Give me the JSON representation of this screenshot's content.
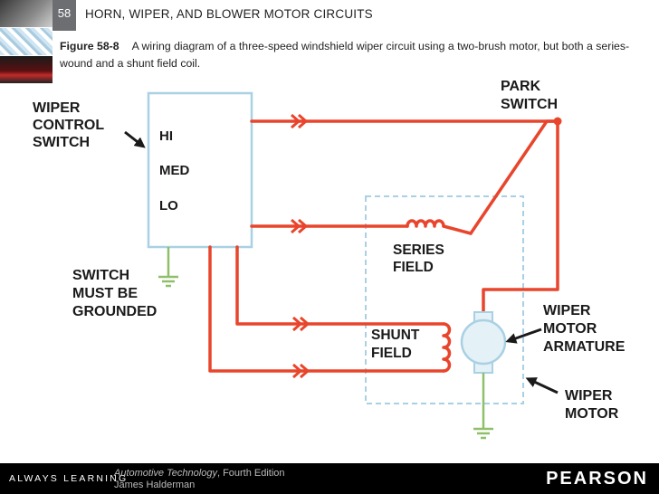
{
  "header": {
    "chapter_number": "58",
    "chapter_title": "HORN, WIPER, AND BLOWER MOTOR CIRCUITS"
  },
  "caption": {
    "figure_label": "Figure 58-8",
    "text": "A wiring diagram of a three-speed windshield wiper circuit using a two-brush motor, but both a series-wound and a shunt field coil."
  },
  "diagram": {
    "labels": {
      "wiper_control_switch": [
        "WIPER",
        "CONTROL",
        "SWITCH"
      ],
      "park_switch": [
        "PARK",
        "SWITCH"
      ],
      "switch_positions": [
        "HI",
        "MED",
        "LO"
      ],
      "series_field": [
        "SERIES",
        "FIELD"
      ],
      "switch_grounded": [
        "SWITCH",
        "MUST BE",
        "GROUNDED"
      ],
      "shunt_field": [
        "SHUNT",
        "FIELD"
      ],
      "wiper_motor_armature": [
        "WIPER",
        "MOTOR",
        "ARMATURE"
      ],
      "wiper_motor": [
        "WIPER",
        "MOTOR"
      ]
    },
    "colors": {
      "wire": "#e8452c",
      "outline": "#a9d0e3",
      "ground": "#8fbf6a",
      "text": "#1a1a1a"
    }
  },
  "footer": {
    "brand_left": "ALWAYS LEARNING",
    "book_title": "Automotive Technology",
    "book_edition": ", Fourth Edition",
    "author": "James Halderman",
    "brand_right": "PEARSON"
  }
}
